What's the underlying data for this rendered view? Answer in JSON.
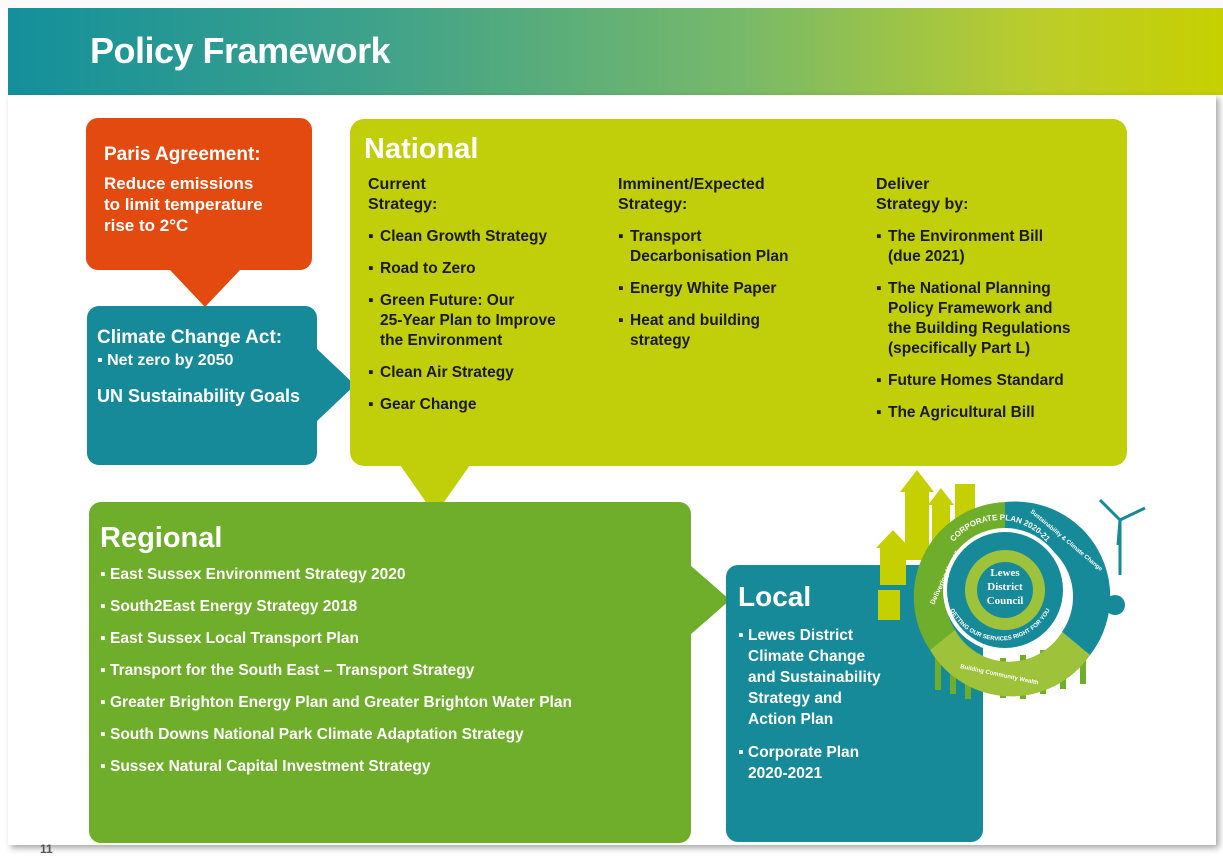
{
  "header": {
    "title": "Policy Framework"
  },
  "paris": {
    "title": "Paris Agreement:",
    "text": "Reduce emissions\nto limit temperature\nrise to 2°C"
  },
  "climate": {
    "title": "Climate Change Act:",
    "point": "▪ Net zero by 2050",
    "goals": "UN Sustainability Goals"
  },
  "national": {
    "heading": "National",
    "columns": [
      {
        "header": "Current\nStrategy:",
        "items": [
          "Clean Growth Strategy",
          "Road to Zero",
          "Green Future: Our\n25-Year Plan to Improve\nthe Environment",
          "Clean Air Strategy",
          "Gear Change"
        ]
      },
      {
        "header": "Imminent/Expected\nStrategy:",
        "items": [
          "Transport\nDecarbonisation Plan",
          "Energy White Paper",
          "Heat and building\nstrategy"
        ]
      },
      {
        "header": "Deliver\nStrategy by:",
        "items": [
          "The Environment Bill\n(due 2021)",
          "The National Planning\nPolicy Framework and\nthe Building Regulations\n(specifically Part L)",
          "Future Homes Standard",
          "The Agricultural Bill"
        ]
      }
    ]
  },
  "regional": {
    "heading": "Regional",
    "items": [
      "East Sussex Environment Strategy 2020",
      "South2East Energy Strategy 2018",
      "East Sussex Local Transport Plan",
      "Transport for the South East – Transport Strategy",
      "Greater Brighton Energy Plan and Greater Brighton Water Plan",
      "South Downs National Park Climate Adaptation Strategy",
      "Sussex Natural Capital Investment Strategy"
    ]
  },
  "local": {
    "heading": "Local",
    "items": [
      "Lewes District\nClimate Change\nand Sustainability\nStrategy and\nAction Plan",
      "Corporate Plan\n2020-2021"
    ]
  },
  "logo": {
    "center_line1": "Lewes",
    "center_line2": "District",
    "center_line3": "Council",
    "ring_top": "CORPORATE PLAN 2020-21",
    "ring_bottom": "GETTING OUR SERVICES RIGHT FOR YOU",
    "seg_left": "Delivering Homes",
    "seg_right": "Sustainability & Climate Change",
    "seg_bottom": "Building Community Wealth"
  },
  "page_number": "11",
  "colors": {
    "paris": "#e34a0f",
    "teal": "#178a99",
    "national": "#c0cf0a",
    "regional": "#6fae2a"
  }
}
